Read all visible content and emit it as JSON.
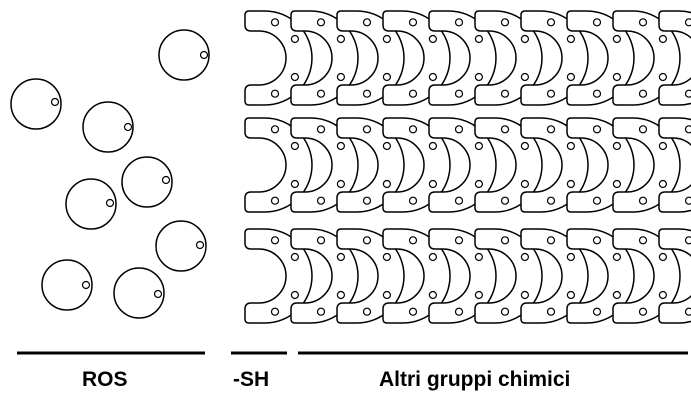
{
  "labels": {
    "ros": "ROS",
    "sh": "-SH",
    "altri": "Altri gruppi chimici"
  },
  "colors": {
    "stroke": "#000000",
    "fill": "#ffffff"
  }
}
